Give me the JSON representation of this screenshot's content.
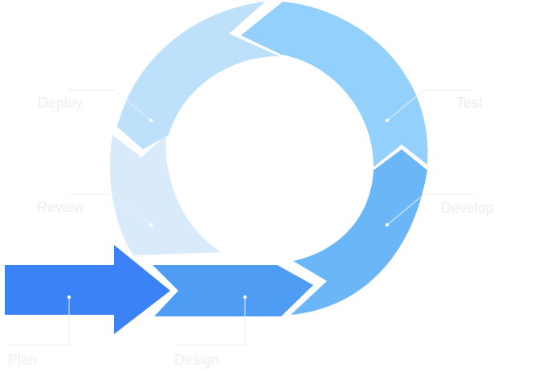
{
  "diagram": {
    "stages": [
      {
        "id": "plan",
        "label": "Plan",
        "color": "#3b82f6"
      },
      {
        "id": "design",
        "label": "Design",
        "color": "#4f9cf5"
      },
      {
        "id": "develop",
        "label": "Develop",
        "color": "#6ab6f7"
      },
      {
        "id": "test",
        "label": "Test",
        "color": "#93d0fb"
      },
      {
        "id": "deploy",
        "label": "Deploy",
        "color": "#bde0fb"
      },
      {
        "id": "review",
        "label": "Review",
        "color": "#d9ebfb"
      }
    ]
  }
}
